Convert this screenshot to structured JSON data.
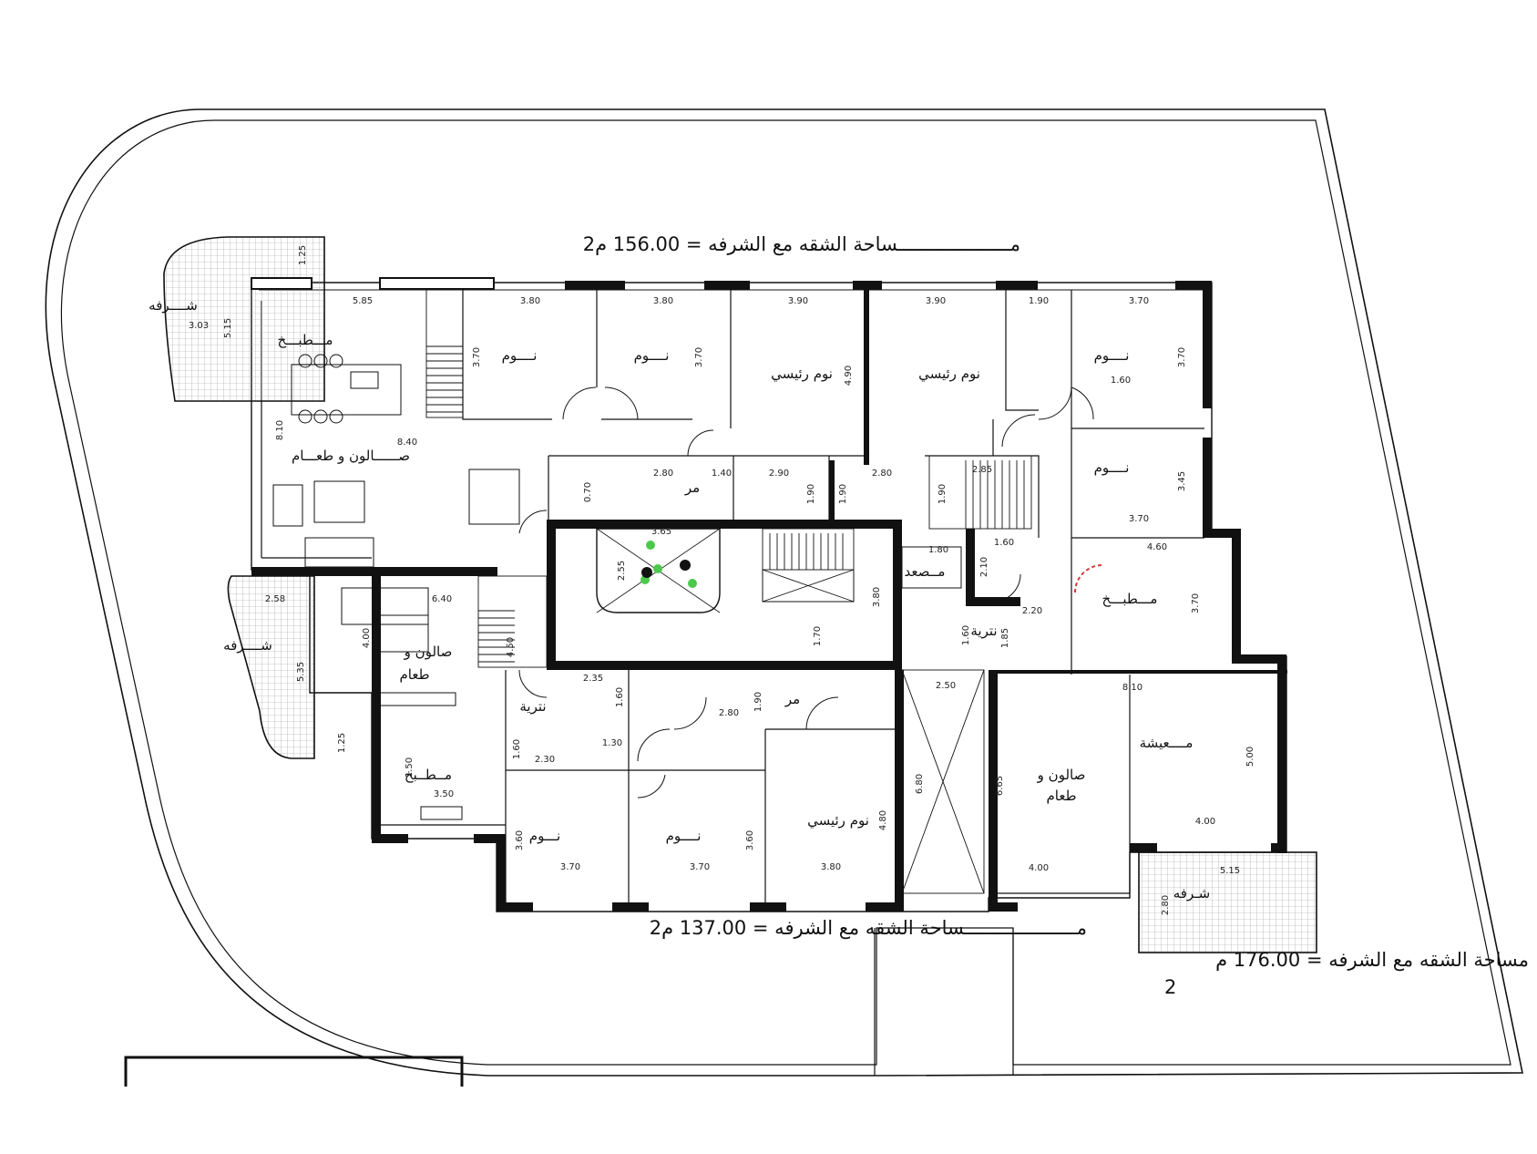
{
  "areas": {
    "top": "مــــــــــــــــــــساحة الشقه مع الشرفه = 156.00 م2",
    "bottom": "مــــــــــــــــــــساحة الشقه مع الشرفه = 137.00 م2",
    "right_line1": "مساحة الشقه مع الشرفه = 176.00 م",
    "right_line2": "2"
  },
  "rooms": {
    "kitchen_top": "مـــطبـــخ",
    "salon_top": "صــــــالون و طعـــام",
    "balcony_top_left": "شــــرفه",
    "bedroom_1": "نــــوم",
    "bedroom_2": "نــــوم",
    "master_1": "نوم رئيسي",
    "master_2": "نوم رئيسي",
    "bedroom_3": "نــــوم",
    "bedroom_4": "نــــوم",
    "elevator": "مــصعد",
    "balcony_mid_left": "شــــرفه",
    "salon_mid_1": "صالون و",
    "salon_mid_2": "طعام",
    "kitchen_right": "مـــطبـــخ",
    "lobby_right": "نترية",
    "lobby_left": "نترية",
    "kitchen_bottom": "مــطــبخ",
    "bedroom_5": "نـــوم",
    "bedroom_6": "نــــوم",
    "master_3": "نوم رئيسي",
    "living": "مــــعيشة",
    "salon_right_1": "صالون و",
    "salon_right_2": "طعام",
    "balcony_right": "شـرفه",
    "corridor_1": "مر",
    "corridor_2": "مر"
  },
  "dims": {
    "d1": "5.85",
    "d2": "3.80",
    "d3": "3.80",
    "d4": "3.90",
    "d5": "3.90",
    "d6": "1.90",
    "d7": "3.70",
    "d8": "3.70",
    "d9": "3.70",
    "d10": "4.90",
    "d11": "3.70",
    "d12": "3.45",
    "d13": "3.70",
    "d14": "8.40",
    "d15": "8.10",
    "d16": "3.03",
    "d17": "1.25",
    "d18": "5.15",
    "d19": "2.80",
    "d20": "2.90",
    "d21": "2.80",
    "d22": "2.85",
    "d23": "3.65",
    "d24": "2.55",
    "d25": "1.80",
    "d26": "4.60",
    "d27": "3.70",
    "d28": "2.20",
    "d29": "1.60",
    "d30": "1.85",
    "d31": "1.70",
    "d32": "3.80",
    "d33": "2.58",
    "d34": "6.40",
    "d35": "4.00",
    "d36": "5.35",
    "d37": "1.25",
    "d38": "4.50",
    "d39": "2.35",
    "d40": "1.60",
    "d41": "2.80",
    "d42": "2.50",
    "d43": "8.10",
    "d44": "5.00",
    "d45": "6.65",
    "d46": "6.80",
    "d47": "4.00",
    "d48": "4.00",
    "d49": "5.15",
    "d50": "2.80",
    "d51": "3.50",
    "d52": "2.30",
    "d53": "1.30",
    "d54": "3.60",
    "d55": "3.70",
    "d56": "3.70",
    "d57": "3.60",
    "d58": "3.80",
    "d59": "4.80",
    "d60": "1.90",
    "d61": "1.90",
    "d62": "1.90",
    "d63": "2.10",
    "d64": "1.60",
    "d65": "0.70",
    "d66": "1.40",
    "d67": "1.60",
    "d68": "1.50",
    "d69": "1.90",
    "d70": "1.60"
  },
  "colors": {
    "ink": "#111111",
    "plant": "#4cc94c",
    "door_red": "#d83a3a"
  }
}
